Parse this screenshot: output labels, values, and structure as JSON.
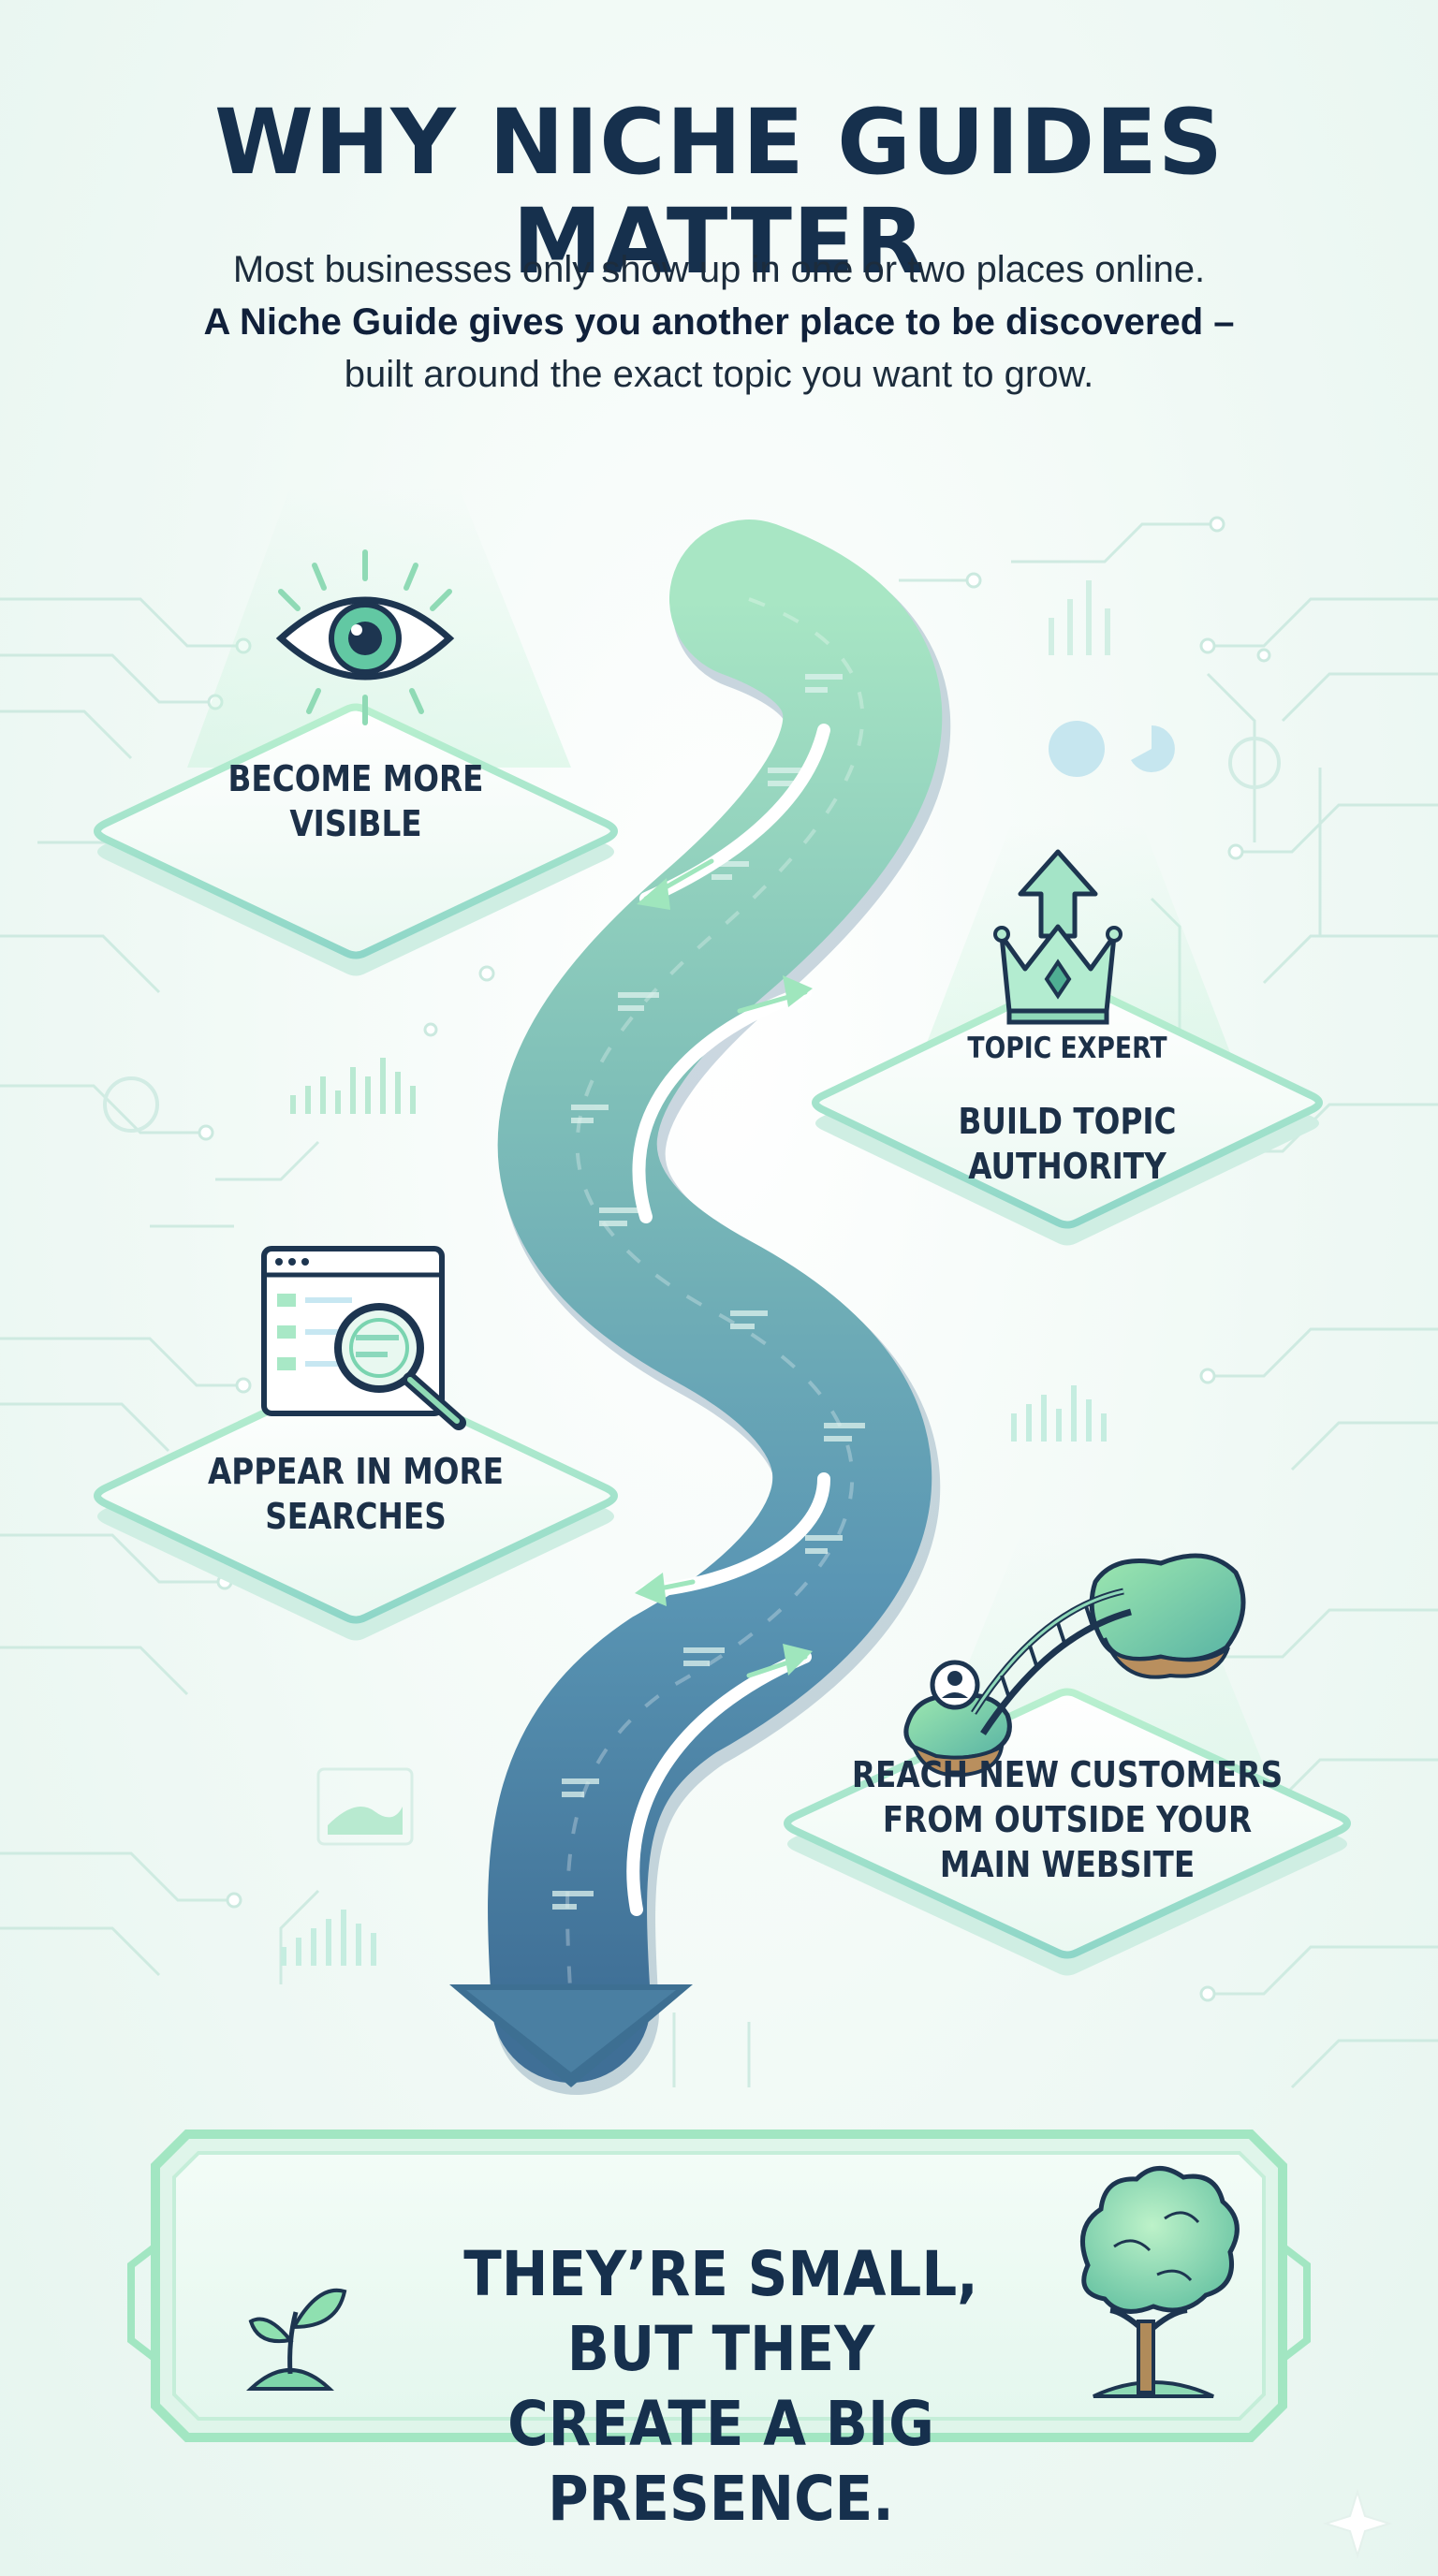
{
  "title": "WHY NICHE GUIDES MATTER",
  "intro": {
    "line1": "Most businesses only show up in one or two places online.",
    "line2": "A Niche Guide gives you another place to be discovered –",
    "line3": "built around the exact topic you want to grow."
  },
  "cards": {
    "visible": {
      "line1": "BECOME MORE",
      "line2": "VISIBLE",
      "icon": "eye-icon"
    },
    "authority": {
      "sublabel": "TOPIC EXPERT",
      "line1": "BUILD TOPIC",
      "line2": "AUTHORITY",
      "icon": "crown-arrow-icon"
    },
    "searches": {
      "line1": "APPEAR IN MORE",
      "line2": "SEARCHES",
      "icon": "search-window-icon"
    },
    "customers": {
      "line1": "REACH NEW CUSTOMERS",
      "line2": "FROM OUTSIDE YOUR",
      "line3": "MAIN WEBSITE",
      "icon": "bridge-islands-icon"
    }
  },
  "closing": {
    "line1": "THEY’RE SMALL, BUT THEY",
    "line2": "CREATE A BIG PRESENCE.",
    "left_icon": "sprout-icon",
    "right_icon": "tree-icon"
  },
  "colors": {
    "title": "#16304d",
    "accent_green": "#8fe3ad",
    "path_teal": "#5f9fb6",
    "path_dark": "#3d6f92",
    "card_border": "#8fe3bd"
  }
}
